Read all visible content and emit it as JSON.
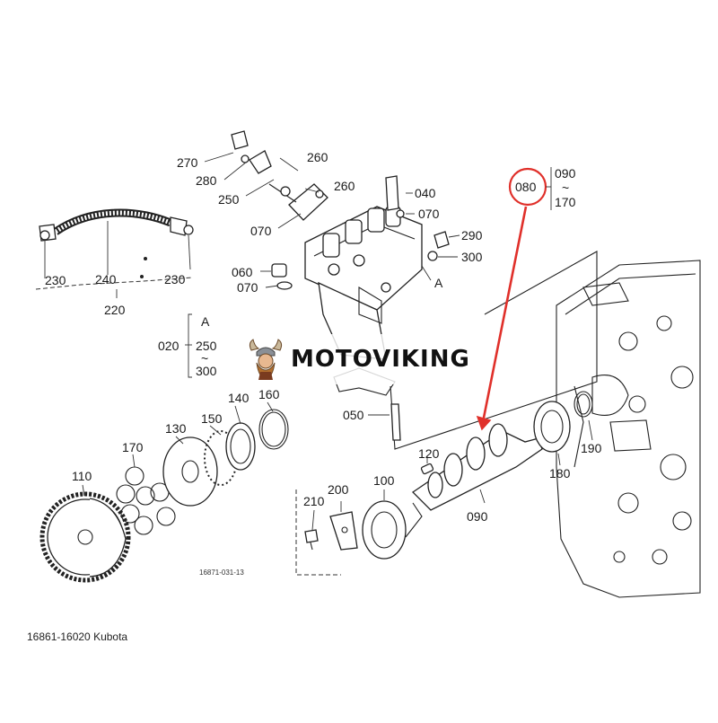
{
  "labels": {
    "l270": "270",
    "l280": "280",
    "l260a": "260",
    "l260b": "260",
    "l250": "250",
    "l070a": "070",
    "l040": "040",
    "l070b": "070",
    "l290": "290",
    "l300": "300",
    "l060": "060",
    "l070c": "070",
    "lA1": "A",
    "l230a": "230",
    "l240": "240",
    "l230b": "230",
    "l220": "220",
    "l080": "080",
    "l090top": "090",
    "l170top": "170",
    "ltilde1": "~",
    "lA2": "A",
    "l020": "020",
    "l250b": "250",
    "ltilde2": "~",
    "l300b": "300",
    "l140": "140",
    "l160": "160",
    "l150": "150",
    "l130": "130",
    "l170": "170",
    "l110": "110",
    "l050": "050",
    "l120": "120",
    "l100": "100",
    "l200": "200",
    "l210": "210",
    "l090": "090",
    "l180": "180",
    "l190": "190",
    "figref": "16871-031-13"
  },
  "watermark": {
    "text": "MOTOVIKING"
  },
  "caption": "16861-16020 Kubota",
  "colors": {
    "highlight": "#e0302a",
    "line": "#222222"
  }
}
